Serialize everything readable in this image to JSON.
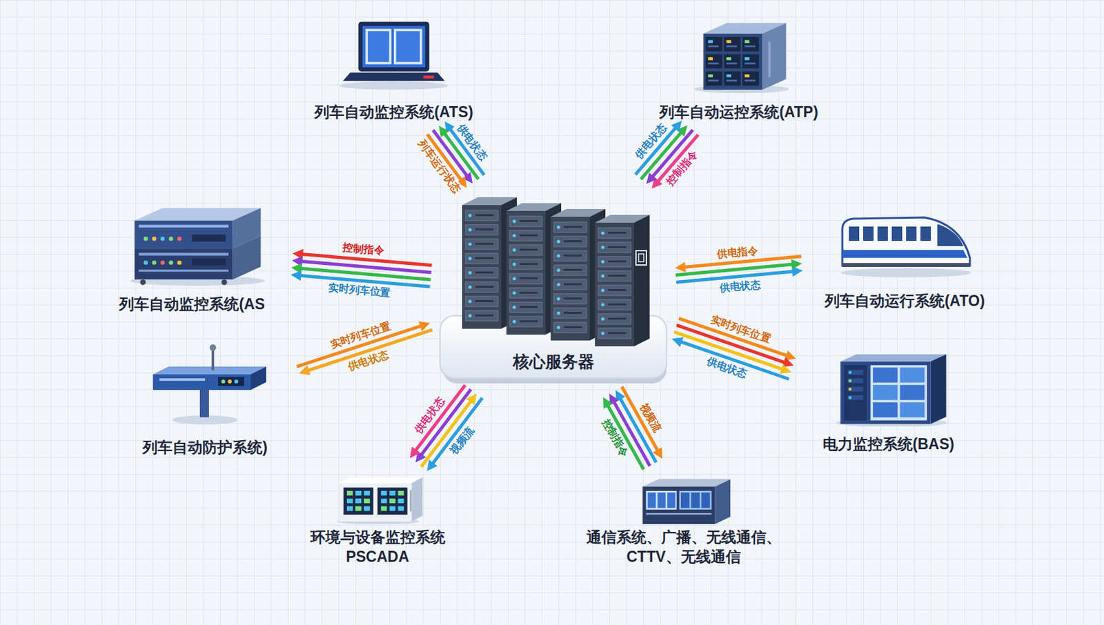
{
  "diagram": {
    "nodes": [
      {
        "text": [
          "列车自动监控系统(ATS)"
        ]
      },
      {
        "text": [
          "列车自动运控系统(ATP)"
        ]
      },
      {
        "text": [
          "列车自动监控系统(AS"
        ]
      },
      {
        "text": [
          "列车自动运行系统(ATO)"
        ]
      },
      {
        "text": [
          "核心服务器"
        ]
      },
      {
        "text": [
          "列车自动防护系统)"
        ]
      },
      {
        "text": [
          "电力监控系统(BAS)"
        ]
      },
      {
        "text": [
          "环境与设备监控系统 PSCADA"
        ]
      },
      {
        "text": [
          "通信系统、广播、无线通信、 CTTV、无线通信"
        ]
      }
    ],
    "edges": [
      {
        "from": 4,
        "to": 0,
        "arrow": "to",
        "label": "供电状态"
      },
      {
        "from": 4,
        "to": 0,
        "arrow": "to"
      },
      {
        "from": 0,
        "to": 4,
        "arrow": "to"
      },
      {
        "from": 0,
        "to": 4,
        "arrow": "to",
        "label": "列车运行状态"
      },
      {
        "from": 1,
        "to": 4,
        "arrow": "to",
        "label": "控制指令"
      },
      {
        "from": 1,
        "to": 4,
        "arrow": "to"
      },
      {
        "from": 4,
        "to": 1,
        "arrow": "to"
      },
      {
        "from": 4,
        "to": 1,
        "arrow": "to",
        "label": "供电状态"
      },
      {
        "from": 4,
        "to": 2,
        "arrow": "to",
        "label": "控制指令"
      },
      {
        "from": 4,
        "to": 2,
        "arrow": "to"
      },
      {
        "from": 4,
        "to": 2,
        "arrow": "to"
      },
      {
        "from": 4,
        "to": 2,
        "arrow": "to",
        "label": "实时列车位置"
      },
      {
        "from": 4,
        "to": 3,
        "arrow": "to",
        "label": "供电状态"
      },
      {
        "from": 4,
        "to": 3,
        "arrow": "to"
      },
      {
        "from": 3,
        "to": 4,
        "arrow": "to",
        "label": "供电指令"
      },
      {
        "from": 4,
        "to": 5,
        "arrow": "to",
        "label": "供电状态"
      },
      {
        "from": 5,
        "to": 4,
        "arrow": "to",
        "label": "实时列车位置"
      },
      {
        "from": 4,
        "to": 6,
        "arrow": "to",
        "label": "实时列车位置"
      },
      {
        "from": 4,
        "to": 6,
        "arrow": "to"
      },
      {
        "from": 4,
        "to": 6,
        "arrow": "to"
      },
      {
        "from": 6,
        "to": 4,
        "arrow": "to",
        "label": "供电状态"
      },
      {
        "from": 4,
        "to": 7,
        "arrow": "to",
        "label": "视频流"
      },
      {
        "from": 7,
        "to": 4,
        "arrow": "to"
      },
      {
        "from": 4,
        "to": 7,
        "arrow": "to"
      },
      {
        "from": 4,
        "to": 7,
        "arrow": "to",
        "label": "供电状态"
      },
      {
        "from": 4,
        "to": 8,
        "arrow": "to",
        "label": "视频流"
      },
      {
        "from": 8,
        "to": 4,
        "arrow": "to"
      },
      {
        "from": 8,
        "to": 4,
        "arrow": "to"
      },
      {
        "from": 8,
        "to": 4,
        "arrow": "to",
        "label": "控制指令"
      }
    ]
  }
}
